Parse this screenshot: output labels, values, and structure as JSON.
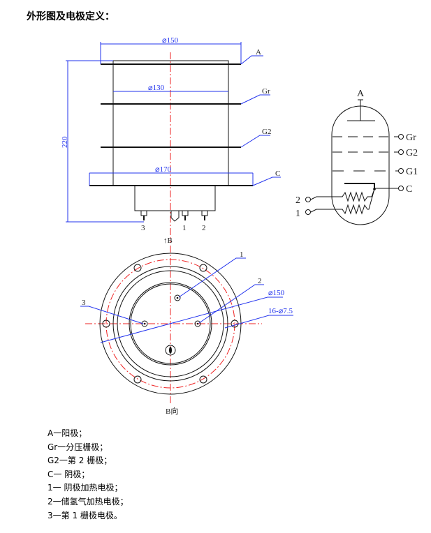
{
  "title": "外形图及电极定义：",
  "side_view": {
    "dim_top": "⌀150",
    "dim_body": "⌀130",
    "dim_flange": "⌀170",
    "dim_height": "220",
    "labels": {
      "A": "A",
      "Gr": "Gr",
      "G2": "G2",
      "C": "C"
    },
    "pins": [
      "3",
      "1",
      "2"
    ],
    "view_arrow": "B"
  },
  "bottom_view": {
    "pin_labels": [
      "1",
      "2",
      "3"
    ],
    "dim_circle": "⌀150",
    "dim_holes": "16-⌀7.5",
    "view_label": "B向"
  },
  "schematic": {
    "anode": "A",
    "electrodes": [
      "Gr",
      "G2",
      "G1",
      "C"
    ],
    "heater_leads": [
      "2",
      "1"
    ]
  },
  "legend": [
    "A一阳极；",
    "Gr一分压栅极；",
    "G2一第 2 栅极；",
    "C一 阴极；",
    "1一 阴极加热电极；",
    "2一储氢气加热电极；",
    "3一第 1 栅极电极。"
  ],
  "colors": {
    "dimension": "#2233ee",
    "centerline": "#ee2222",
    "outline": "#111111"
  }
}
